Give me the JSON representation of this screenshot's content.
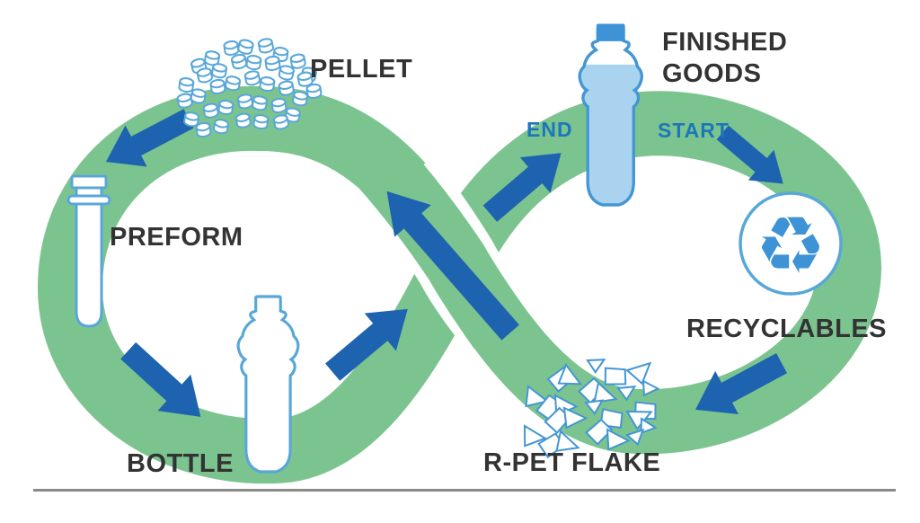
{
  "diagram": {
    "stages": [
      {
        "id": "pellet",
        "label": "PELLET"
      },
      {
        "id": "preform",
        "label": "PREFORM"
      },
      {
        "id": "bottle",
        "label": "BOTTLE"
      },
      {
        "id": "finished_goods",
        "label": "FINISHED GOODS",
        "line1": "FINISHED",
        "line2": "GOODS"
      },
      {
        "id": "recyclables",
        "label": "RECYCLABLES"
      },
      {
        "id": "rpet_flake",
        "label": "R-PET FLAKE"
      }
    ],
    "markers": {
      "start": "START",
      "end": "END"
    },
    "icons": {
      "recycle_glyph": "♻"
    },
    "colors": {
      "loop_green": "#7cc48f",
      "arrow_blue": "#1e63b0",
      "outline_blue": "#58a7d8",
      "icon_blue": "#4496d4",
      "bottle_fill_blue": "#a9d3ef",
      "cap_blue": "#3e93d6",
      "marker_text_blue": "#1b77b9",
      "label_dark": "#333333",
      "divider_gray": "#8a8a8a"
    }
  }
}
